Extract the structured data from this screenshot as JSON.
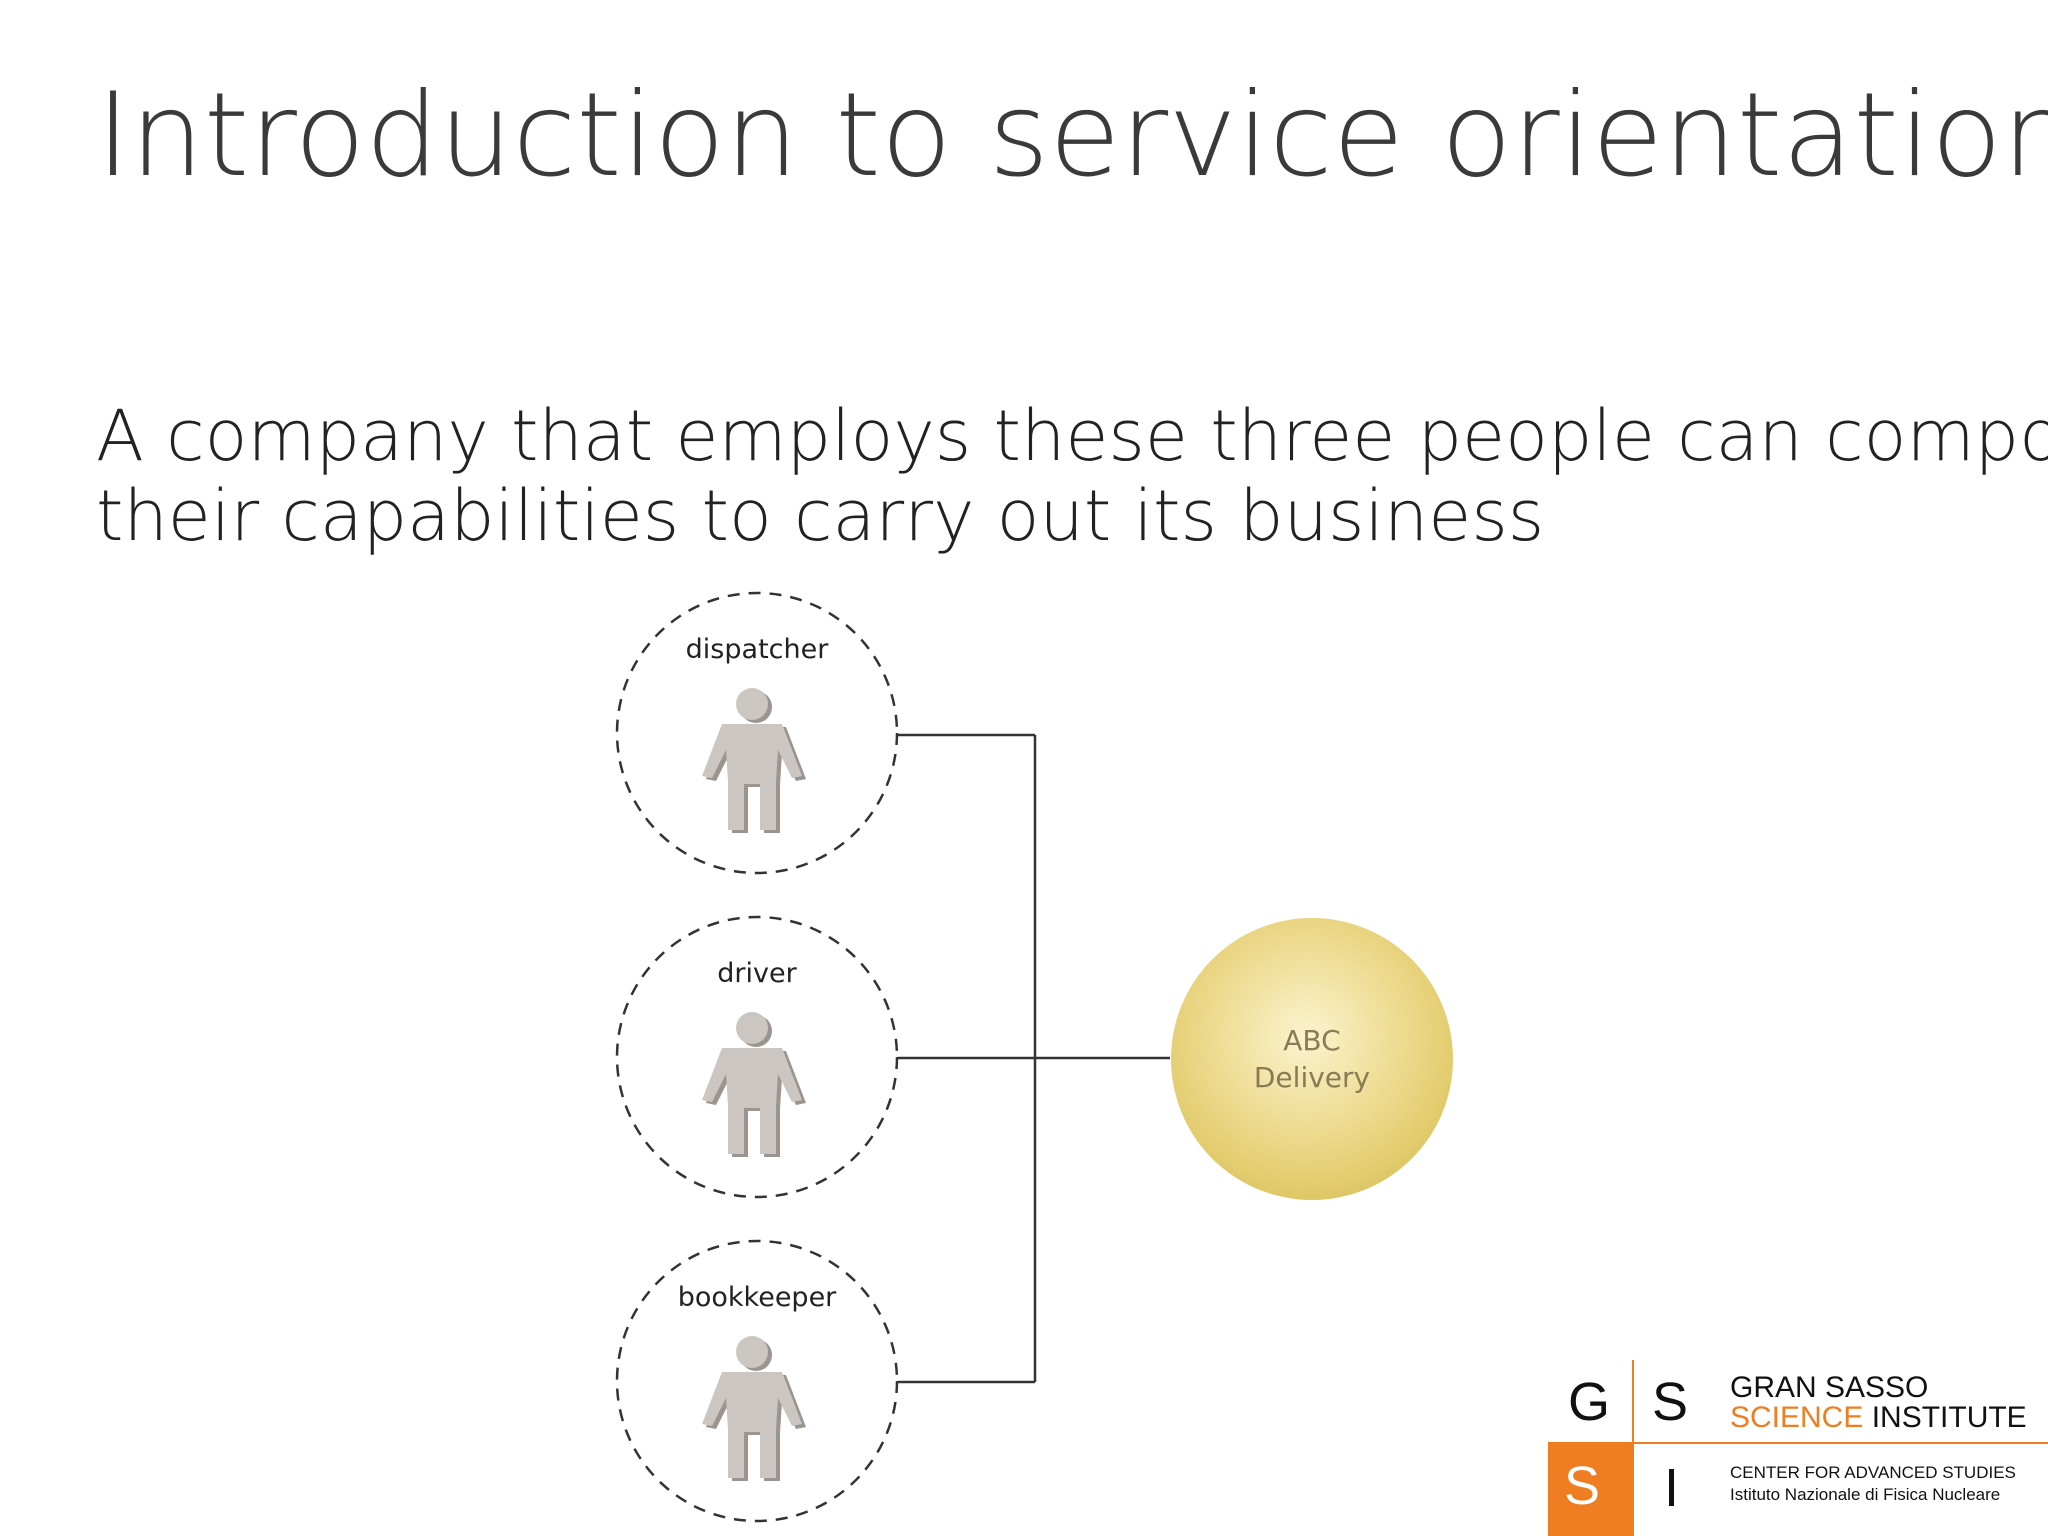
{
  "slide": {
    "title": "Introduction to service orientation",
    "body_line1": "A company that employs these three people can compose",
    "body_line2": "their capabilities to carry out its business"
  },
  "diagram": {
    "people": [
      {
        "role": "dispatcher"
      },
      {
        "role": "driver"
      },
      {
        "role": "bookkeeper"
      }
    ],
    "composite": {
      "line1": "ABC",
      "line2": "Delivery"
    }
  },
  "logo": {
    "letters": [
      "G",
      "S",
      "S",
      "I"
    ],
    "name_line1": "GRAN SASSO",
    "name_line2_accent": "SCIENCE",
    "name_line2_rest": " INSTITUTE",
    "sub_line1": "CENTER FOR ADVANCED STUDIES",
    "sub_line2": "Istituto Nazionale di Fisica Nucleare"
  },
  "colors": {
    "accent_orange": "#ef7d22",
    "sphere_gold": "#e8d37a",
    "person_gray": "#c8c3be"
  }
}
